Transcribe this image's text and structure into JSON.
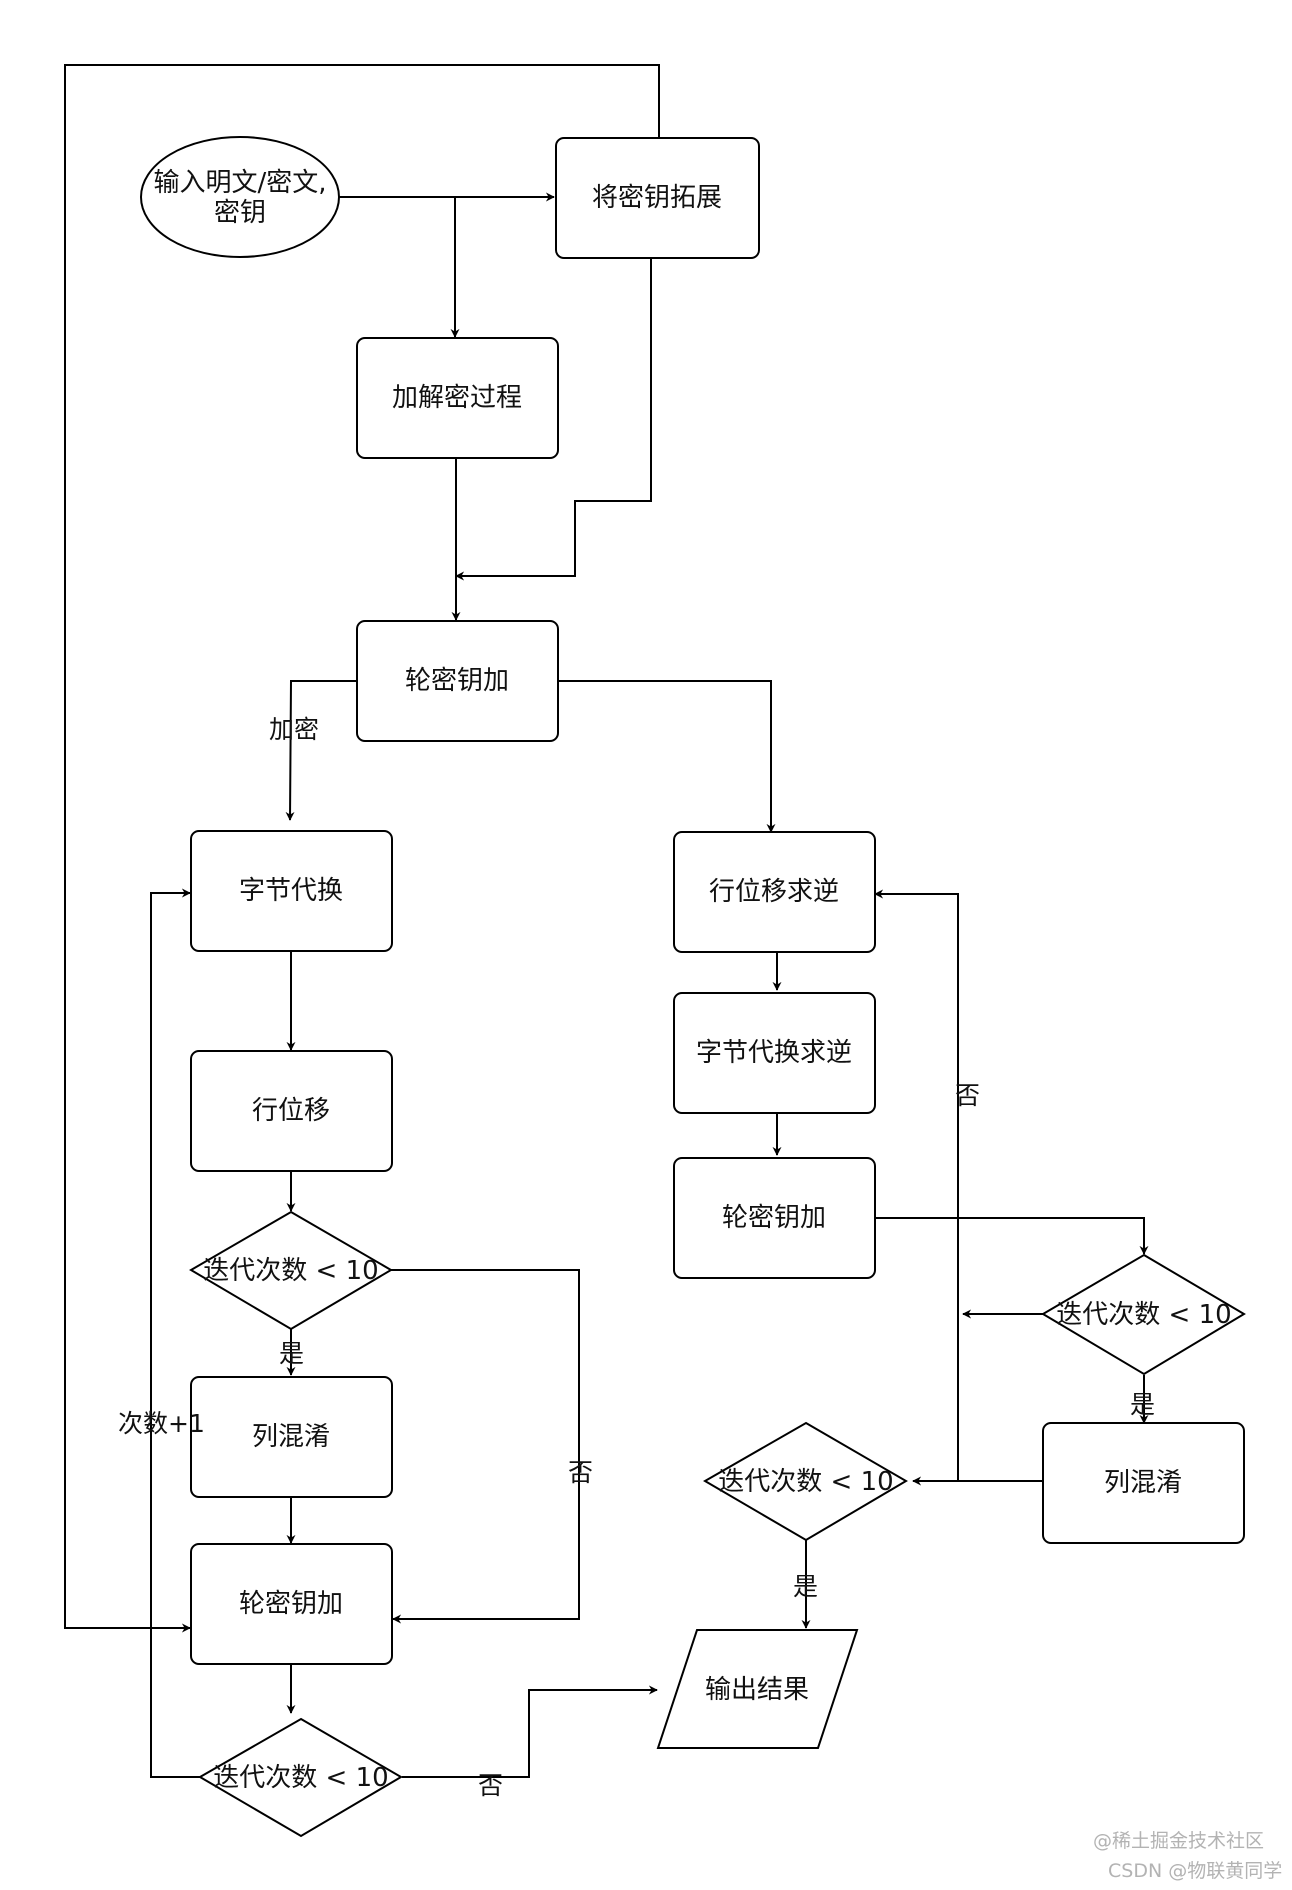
{
  "nodes": {
    "start_line1": "输入明文/密文,",
    "start_line2": "密钥",
    "expand_key": "将密钥拓展",
    "process": "加解密过程",
    "add_round_key_top": "轮密钥加",
    "enc_sub_bytes": "字节代换",
    "enc_shift_rows": "行位移",
    "enc_check_1": "迭代次数 < 10",
    "enc_mix_columns": "列混淆",
    "enc_add_round_key": "轮密钥加",
    "enc_check_2": "迭代次数 < 10",
    "dec_inv_shift_rows": "行位移求逆",
    "dec_inv_sub_bytes": "字节代换求逆",
    "dec_add_round_key": "轮密钥加",
    "dec_check_1": "迭代次数 < 10",
    "dec_mix_columns": "列混淆",
    "dec_check_2": "迭代次数 < 10",
    "output": "输出结果"
  },
  "edge_labels": {
    "encrypt": "加密",
    "yes_enc": "是",
    "no_enc": "否",
    "count_plus_one": "次数+1",
    "no_enc_final": "否",
    "no_dec": "否",
    "yes_dec": "是",
    "yes_dec_final": "是"
  },
  "watermarks": {
    "line1": "@稀土掘金技术社区",
    "line2": "CSDN @物联黄同学"
  }
}
